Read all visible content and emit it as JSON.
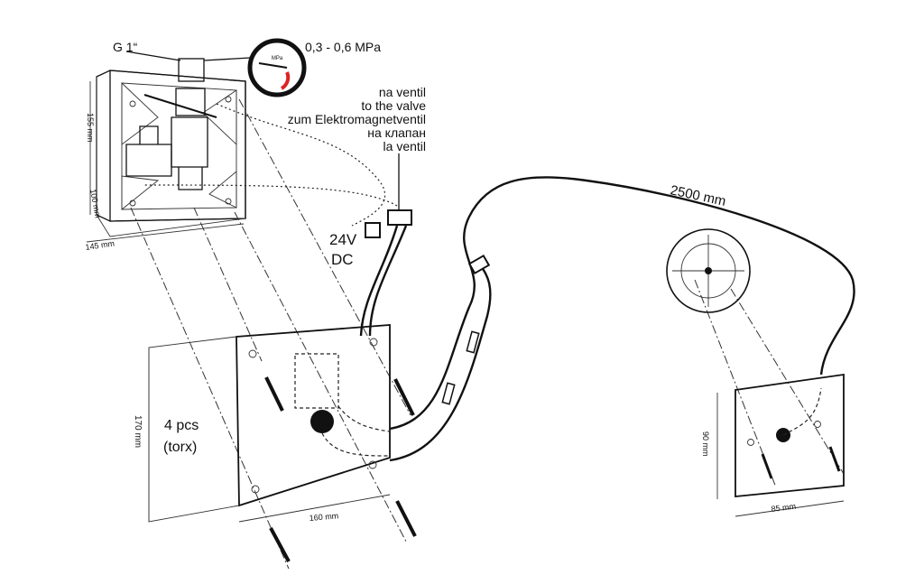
{
  "labels": {
    "thread": "G 1“",
    "pressure": "0,3 - 0,6 MPa",
    "gauge_unit": "MPa",
    "valve_lines": [
      "na ventil",
      "to the valve",
      "zum Elektromagnetventil",
      "на клапан",
      "la ventil"
    ],
    "voltage": "24V",
    "current_type": "DC",
    "box_height": "155 mm",
    "box_depth": "100 mm",
    "box_width": "145 mm",
    "plate_height": "170 mm",
    "plate_width": "160 mm",
    "screws_count": "4 pcs",
    "screws_type": "(torx)",
    "cable_length": "2500 mm",
    "small_plate_height": "90 mm",
    "small_plate_width": "85 mm"
  }
}
